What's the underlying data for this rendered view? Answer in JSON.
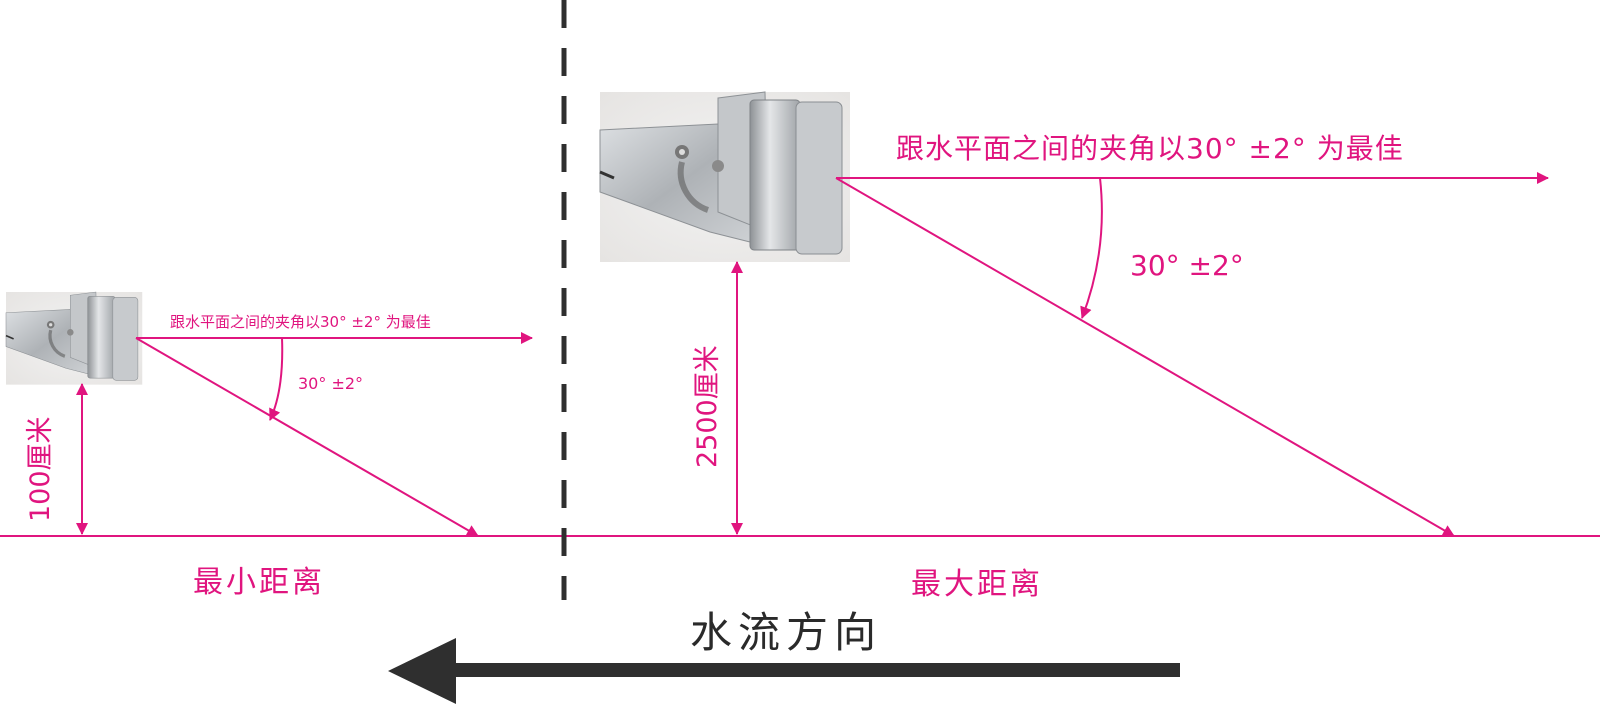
{
  "colors": {
    "accent": "#e0157f",
    "divider": "#2f2f2f",
    "flow_arrow": "#2f2f2f",
    "device_metal": "#b9bcc0"
  },
  "left_setup": {
    "angle_note": "跟水平面之间的夹角以30° ±2° 为最佳",
    "angle_label": "30° ±2°",
    "height_label": "100厘米",
    "distance_label": "最小距离"
  },
  "right_setup": {
    "angle_note": "跟水平面之间的夹角以30° ±2° 为最佳",
    "angle_label": "30° ±2°",
    "height_label": "2500厘米",
    "distance_label": "最大距离"
  },
  "flow": {
    "label": "水流方向"
  },
  "icons": {
    "device": "radar-flow-sensor-photo"
  }
}
